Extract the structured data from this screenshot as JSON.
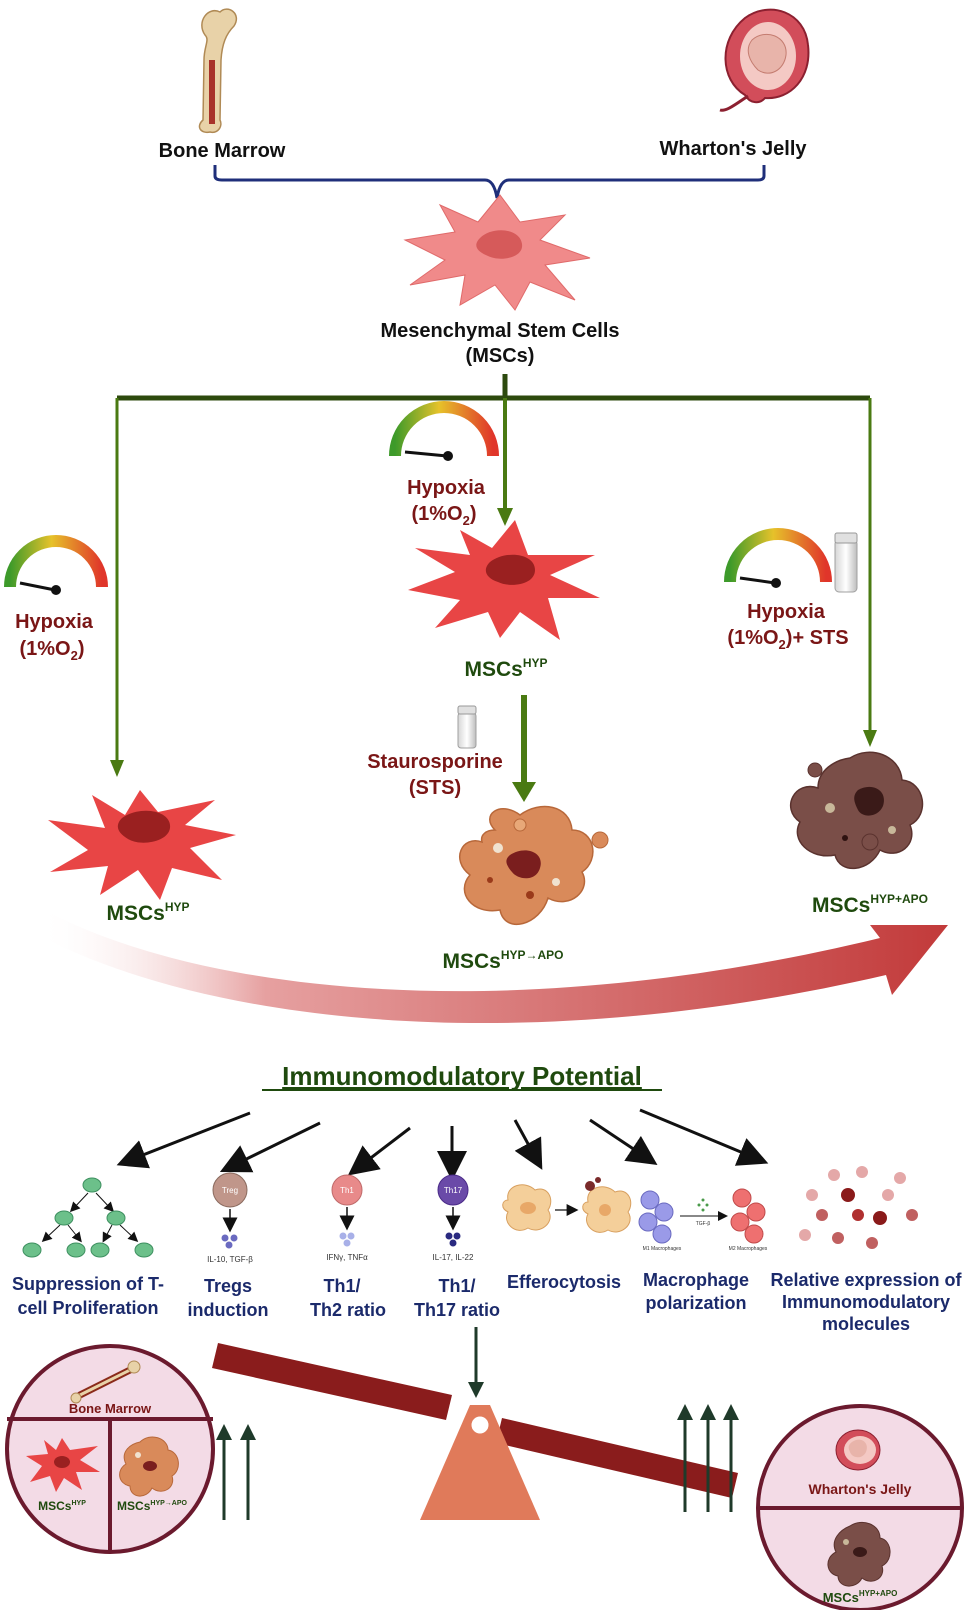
{
  "sources": {
    "bone_marrow": "Bone Marrow",
    "whartons_jelly": "Wharton's Jelly"
  },
  "msc": {
    "line1": "Mesenchymal Stem Cells",
    "line2": "(MSCs)"
  },
  "conditions": {
    "hypoxia": "Hypoxia",
    "o2_pre": "(1%O",
    "o2_sub": "2",
    "o2_post": ")",
    "right_line2": "(1%O",
    "right_sub": "2",
    "right_post": ")+ STS",
    "staurosporine": "Staurosporine",
    "sts": "(STS)"
  },
  "products": {
    "base": "MSCs",
    "hyp_sup": "HYP",
    "hyp_apo_sup": "HYP→APO",
    "hyp_plus_apo_sup": "HYP+APO"
  },
  "potential_title": "Immunomodulatory Potential",
  "assays": [
    {
      "line1": "Suppression of T-",
      "line2": "cell Proliferation"
    },
    {
      "line1": "Tregs",
      "line2": "induction",
      "cell": "Treg",
      "cytokines": "IL-10, TGF-β"
    },
    {
      "line1": "Th1/",
      "line2": "Th2 ratio",
      "cell": "Th1",
      "cytokines": "IFNγ, TNFα"
    },
    {
      "line1": "Th1/",
      "line2": "Th17 ratio",
      "cell": "Th17",
      "cytokines": "IL-17, IL-22"
    },
    {
      "line1": "Efferocytosis",
      "line2": ""
    },
    {
      "line1": "Macrophage",
      "line2": "polarization",
      "m1": "M1 Macrophages",
      "m2": "M2 Macrophages",
      "tgf": "TGF-β"
    },
    {
      "line1": "Relative expression of",
      "line2": "Immunomodulatory",
      "line3": "molecules"
    }
  ],
  "balance": {
    "left_title": "Bone Marrow",
    "left_a": "MSCs",
    "left_a_sup": "HYP",
    "left_b": "MSCs",
    "left_b_sup": "HYP→APO",
    "right_title": "Wharton's Jelly",
    "right_a": "MSCs",
    "right_a_sup": "HYP+APO"
  },
  "colors": {
    "dark_green": "#2d4a0e",
    "arrow_green": "#4a7a12",
    "dark_red": "#7a1616",
    "navy": "#1b2a6b",
    "cell_red": "#e84545",
    "cell_pink": "#ef8080",
    "circle_fill": "#f3dbe6",
    "circle_border": "#6b1a2e"
  }
}
